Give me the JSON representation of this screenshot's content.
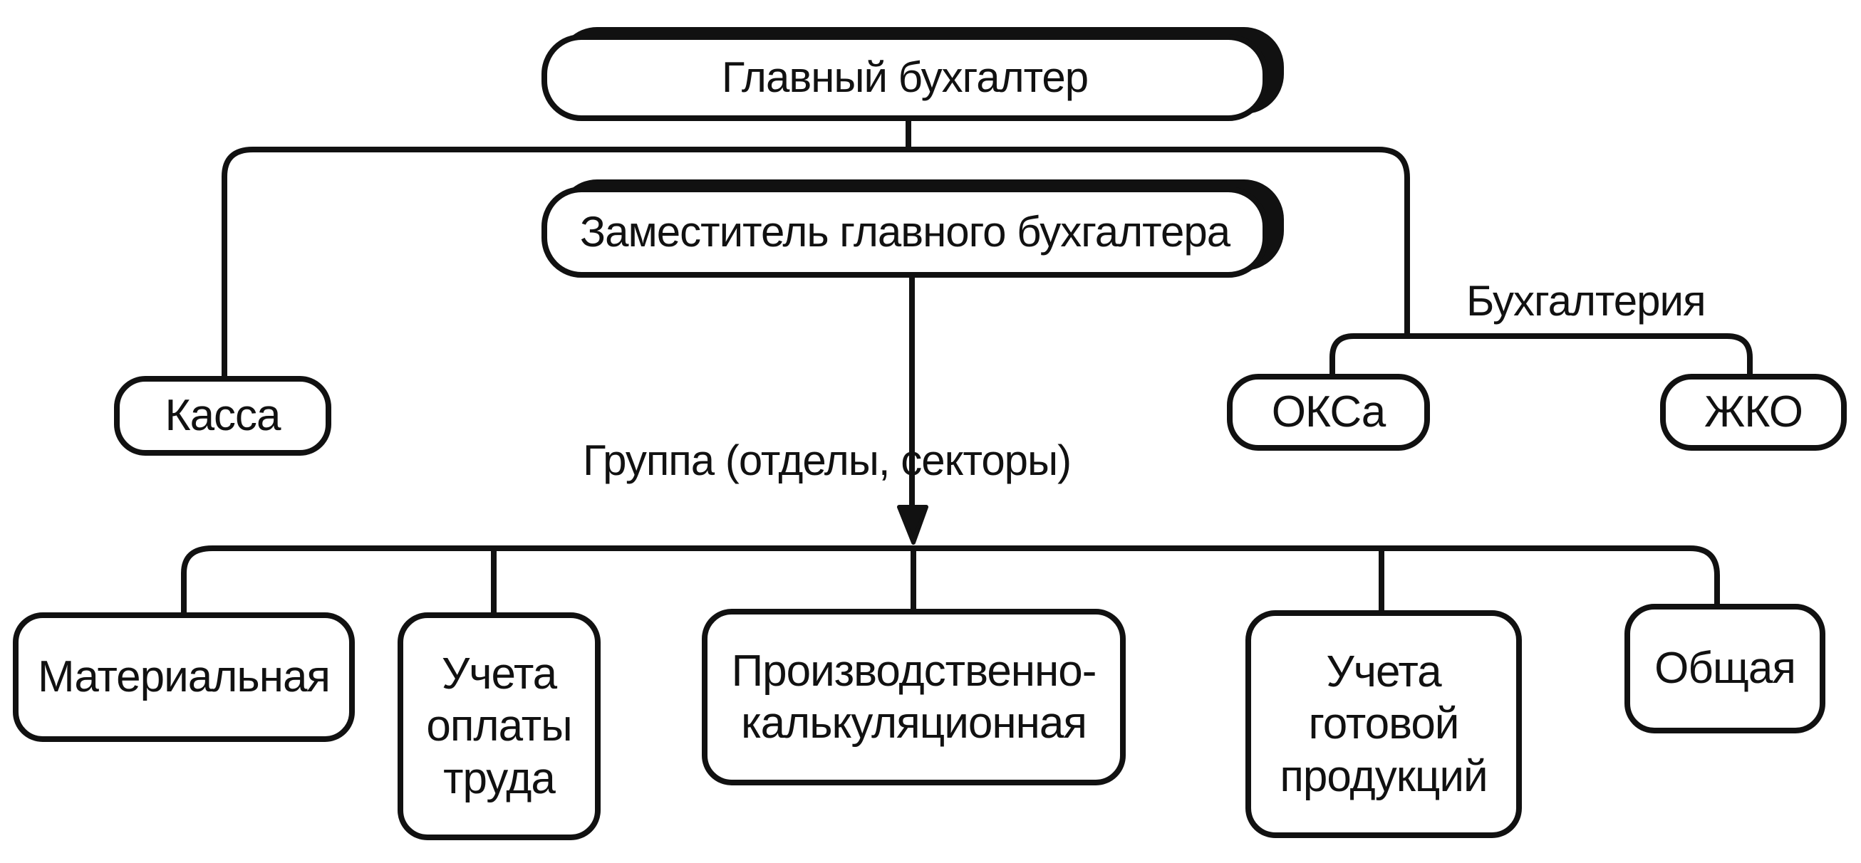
{
  "diagram": {
    "top": {
      "chief": "Главный бухгалтер",
      "deputy": "Заместитель главного бухгалтера"
    },
    "side": {
      "cash": "Касса",
      "accounting_label": "Бухгалтерия",
      "oks": "ОКСа",
      "zhko": "ЖКО"
    },
    "group_label": "Группа (отделы, секторы)",
    "groups": {
      "material": "Материальная",
      "payroll": "Учета\nоплаты\nтруда",
      "production": "Производственно-\nкалькуляционная",
      "finished_goods": "Учета\nготовой\nпродукций",
      "general": "Общая"
    }
  },
  "colors": {
    "ink": "#111111",
    "background": "#ffffff"
  }
}
